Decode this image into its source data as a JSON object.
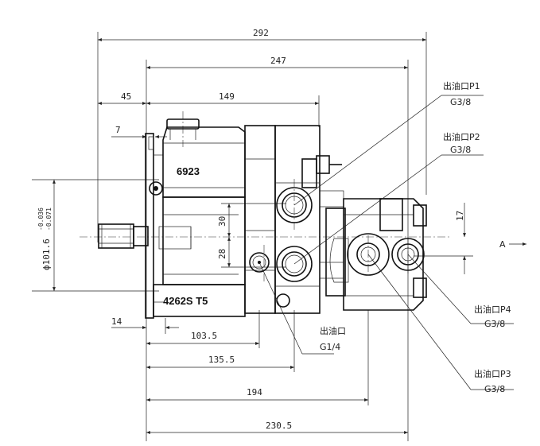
{
  "dimensions": {
    "overall_length": "292",
    "length_247": "247",
    "length_149": "149",
    "length_45": "45",
    "length_7": "7",
    "height_30": "30",
    "height_28": "28",
    "height_17": "17",
    "length_14": "14",
    "length_103_5": "103.5",
    "length_135_5": "135.5",
    "length_194": "194",
    "length_230_5": "230.5",
    "pilot_diameter": "ϕ101.6",
    "tolerance_upper": "-0.036",
    "tolerance_lower": "-0.071"
  },
  "callouts": {
    "p1_name": "出油口P1",
    "p1_thread": "G3/8",
    "p2_name": "出油口P2",
    "p2_thread": "G3/8",
    "p3_name": "出油口P3",
    "p3_thread": "G3/8",
    "p4_name": "出油口P4",
    "p4_thread": "G3/8",
    "main_outlet_name": "出油口",
    "main_outlet_thread": "G1/4"
  },
  "view_label": "A",
  "markings": {
    "part_number_top": "6923",
    "part_number_bottom": "4262S T5"
  }
}
